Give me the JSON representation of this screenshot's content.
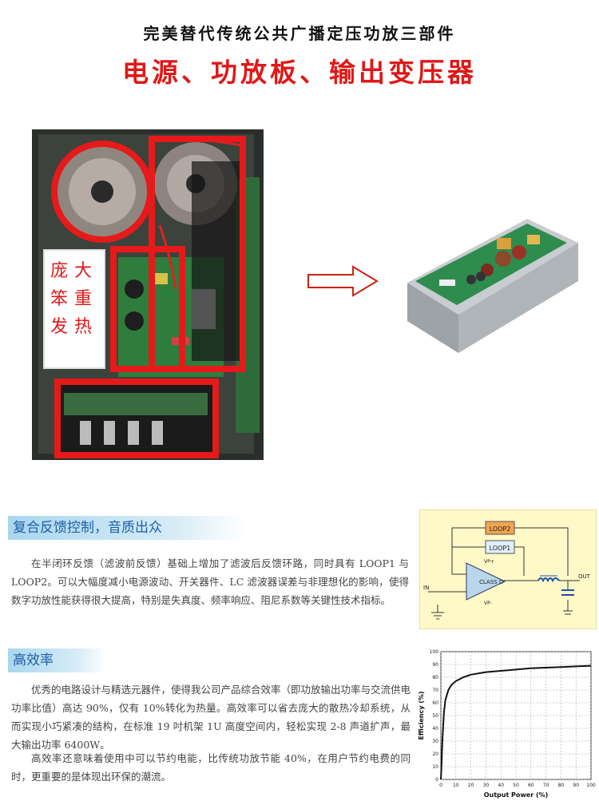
{
  "header": {
    "title": "完美替代传统公共广播定压功放三部件",
    "subtitle": "电源、功放板、输出变压器"
  },
  "photo_label": [
    "庞大",
    "笨重",
    "发热"
  ],
  "section1": {
    "heading": "复合反馈控制，音质出众",
    "body": "在半闭环反馈（滤波前反馈）基础上增加了滤波后反馈环路，同时具有 LOOP1 与 LOOP2。可以大幅度减小电源波动、开关器件、LC 滤波器误差与非理想化的影响，使得数字功放性能获得很大提高，特别是失真度、频率响应、阻尼系数等关键性技术指标。"
  },
  "section2": {
    "heading": "高效率",
    "body1": "优秀的电路设计与精选元器件，使得我公司产品综合效率（即功放输出功率与交流供电功率比值）高达 90%，仅有 10%转化为热量。高效率可以省去庞大的散热冷却系统，从而实现小巧紧凑的结构，在标准 19 吋机架 1U 高度空间内，轻松实现 2-8 声道扩声，最大输出功率 6400W。",
    "body2": "高效率还意味着使用中可以节约电能，比传统功放节能 40%，在用户节约电费的同时，更重要的是体现出环保的潮流。"
  },
  "diagram": {
    "loop2": "LOOP2",
    "loop1": "LOOP1",
    "amp": "CLASS D",
    "vp": "VP+",
    "vn": "VP-",
    "in": "IN",
    "out": "OUT"
  },
  "chart_data": {
    "type": "line",
    "xlabel": "Output Power (%)",
    "ylabel": "Efficiency (%)",
    "xlim": [
      0,
      100
    ],
    "ylim": [
      0,
      100
    ],
    "xticks": [
      "0",
      "10",
      "20",
      "30",
      "40",
      "50",
      "60",
      "70",
      "80",
      "90",
      "100"
    ],
    "yticks": [
      "0",
      "10",
      "20",
      "30",
      "40",
      "50",
      "60",
      "70",
      "80",
      "90",
      "100"
    ],
    "grid": true,
    "x": [
      0,
      0.5,
      1,
      2,
      3,
      5,
      7,
      10,
      15,
      20,
      30,
      40,
      50,
      60,
      70,
      80,
      90,
      100
    ],
    "y": [
      0,
      12,
      30,
      52,
      62,
      70,
      74,
      77,
      80,
      82,
      84,
      85,
      86,
      87,
      87.5,
      88,
      88.5,
      89
    ]
  }
}
